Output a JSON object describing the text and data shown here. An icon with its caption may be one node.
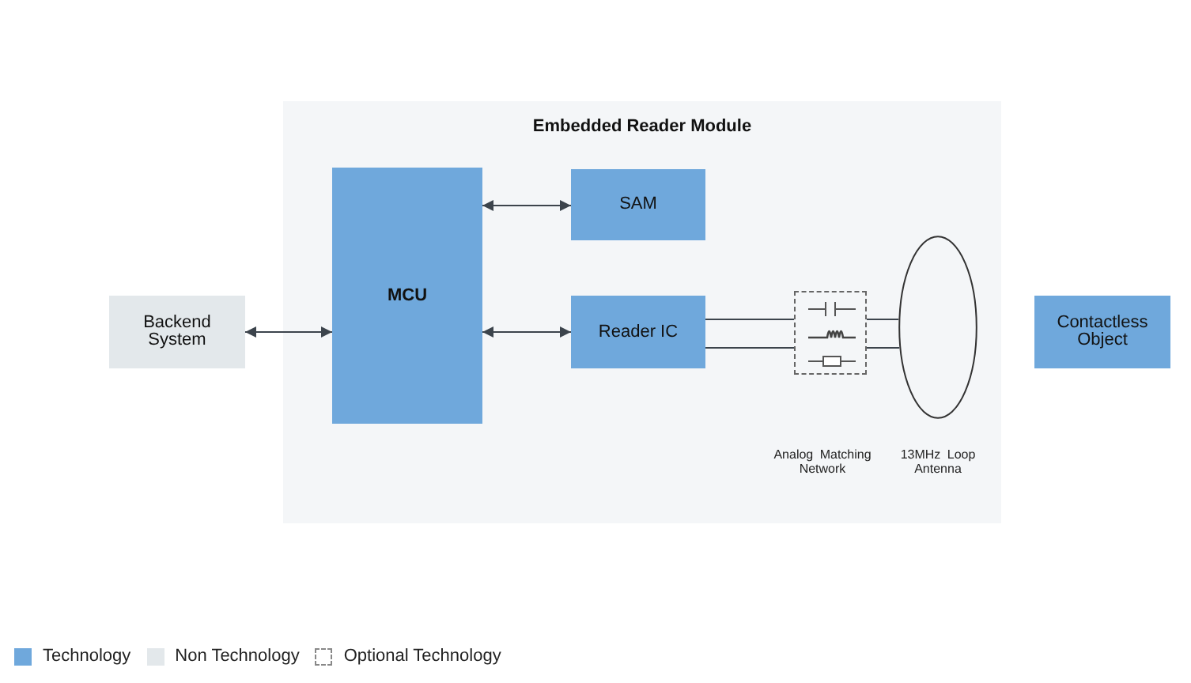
{
  "diagram": {
    "nodes": [
      {
        "text": [
          "Embedded Reader Module"
        ]
      },
      {
        "text": [
          "Backend System"
        ]
      },
      {
        "text": [
          "MCU"
        ],
        "in": 0
      },
      {
        "text": [
          "SAM"
        ],
        "in": 0
      },
      {
        "text": [
          "Reader IC"
        ],
        "in": 0
      },
      {
        "text": [],
        "shape": "box",
        "in": 0
      },
      {
        "text": [],
        "shape": "ellipse",
        "beside": [
          "13MHz Loop Antenna"
        ],
        "in": 0
      },
      {
        "text": [
          "Contactless Object"
        ]
      }
    ],
    "edges": [
      {
        "from": 1,
        "to": 2,
        "arrow": "both"
      },
      {
        "from": 2,
        "to": 3,
        "arrow": "both"
      },
      {
        "from": 2,
        "to": 4,
        "arrow": "both"
      },
      {
        "from": 4,
        "to": 5,
        "arrow": "none"
      },
      {
        "from": 4,
        "to": 5,
        "arrow": "none"
      },
      {
        "from": 5,
        "to": 6,
        "arrow": "none"
      },
      {
        "from": 5,
        "to": 6,
        "arrow": "none"
      }
    ],
    "labels": [
      "Analog Matching Network"
    ],
    "legend": [
      {
        "text": "Technology",
        "color": "#6fa8dc"
      },
      {
        "text": "Non Technology",
        "color": "#e3e8eb"
      },
      {
        "text": "Optional Technology"
      }
    ]
  }
}
